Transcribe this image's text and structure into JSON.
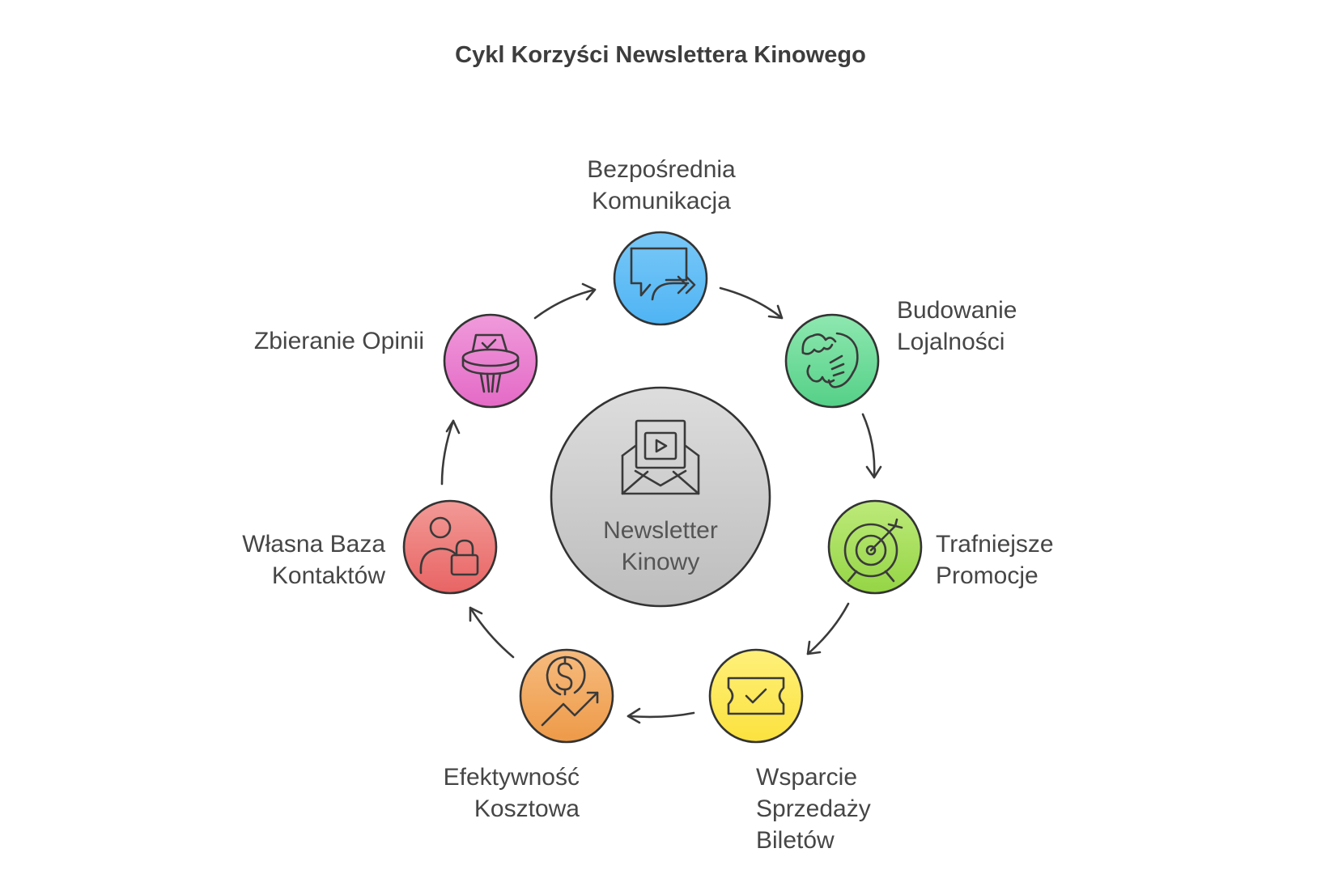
{
  "title": "Cykl Korzyści Newslettera Kinowego",
  "center": {
    "line1": "Newsletter",
    "line2": "Kinowy",
    "icon": "video-envelope-icon",
    "color": "#cfcfcf"
  },
  "nodes": [
    {
      "id": "bezposrednia-komunikacja",
      "line1": "Bezpośrednia",
      "line2": "Komunikacja",
      "icon": "chat-forward-icon",
      "color": "#5bbcf5"
    },
    {
      "id": "budowanie-lojalnosci",
      "line1": "Budowanie",
      "line2": "Lojalności",
      "icon": "handshake-icon",
      "color": "#6ddc98"
    },
    {
      "id": "trafniejsze-promocje",
      "line1": "Trafniejsze",
      "line2": "Promocje",
      "icon": "target-icon",
      "color": "#a6e05a"
    },
    {
      "id": "wsparcie-sprzedazy-biletow",
      "line1": "Wsparcie",
      "line2": "Sprzedaży",
      "line3": "Biletów",
      "icon": "ticket-check-icon",
      "color": "#fde95a"
    },
    {
      "id": "efektywnosc-kosztowa",
      "line1": "Efektywność",
      "line2": "Kosztowa",
      "icon": "coin-growth-icon",
      "color": "#f3a75e"
    },
    {
      "id": "wlasna-baza-kontaktow",
      "line1": "Własna Baza",
      "line2": "Kontaktów",
      "icon": "user-lock-icon",
      "color": "#ee7777"
    },
    {
      "id": "zbieranie-opinii",
      "line1": "Zbieranie Opinii",
      "icon": "ballot-box-icon",
      "color": "#ea7fd0"
    }
  ]
}
